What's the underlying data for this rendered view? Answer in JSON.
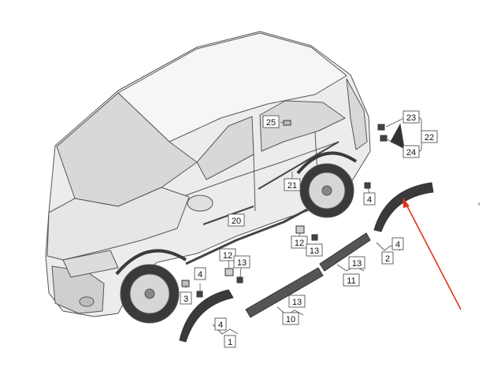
{
  "colors": {
    "body_outline": "#555555",
    "body_fill": "#ececec",
    "glass": "#d8d8d8",
    "dark_part": "#3a3a3a",
    "arrow": "#e0321e"
  },
  "callouts": {
    "c1": "1",
    "c2": "2",
    "c3": "3",
    "c4a": "4",
    "c4b": "4",
    "c4c": "4",
    "c4d": "4",
    "c10": "10",
    "c11": "11",
    "c12a": "12",
    "c12b": "12",
    "c13a": "13",
    "c13b": "13",
    "c13c": "13",
    "c13d": "13",
    "c20": "20",
    "c21": "21",
    "c22": "22",
    "c23": "23",
    "c24": "24",
    "c25": "25"
  },
  "ui": {
    "scroll_icon": "chevron-left-icon",
    "scroll_glyph": "‹"
  },
  "annotation": {
    "type": "arrow",
    "color": "#e0321e"
  }
}
